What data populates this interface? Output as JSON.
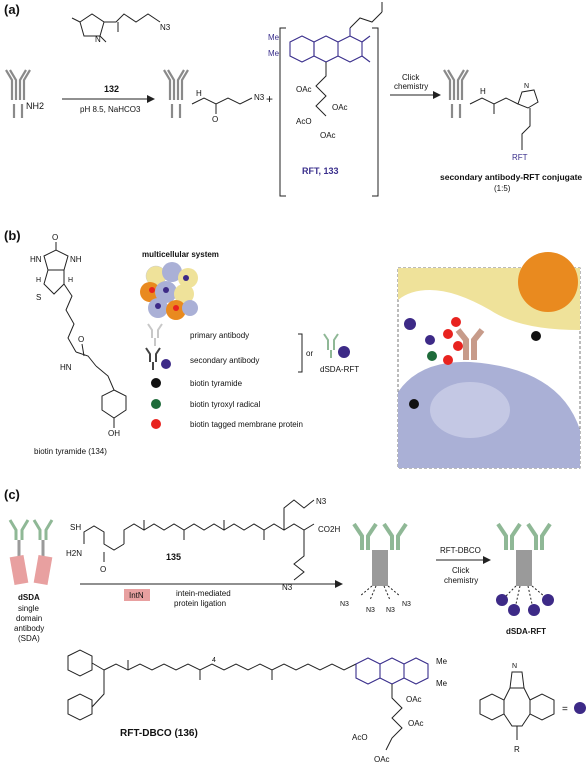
{
  "colors": {
    "chem_blue": "#3a2f8c",
    "antibody_grey": "#9a9a9a",
    "antibody_dark": "#444444",
    "antibody_green": "#8fb896",
    "legend_black": "#111111",
    "legend_green": "#1e6b3a",
    "legend_red": "#e8231f",
    "legend_purple": "#3d2a87",
    "cell_yellow": "#efe29a",
    "cell_blue": "#aab0d6",
    "cell_orange": "#e98a1f",
    "intn_pink": "#e8a0a0"
  },
  "panel_a": {
    "label": "(a)",
    "reagent": "132",
    "conditions": "pH 8.5, NaHCO3",
    "nh2": "NH2",
    "n3": "N3",
    "me1": "Me",
    "me2": "Me",
    "oac": [
      "OAc",
      "AcO",
      "OAc",
      "OAc"
    ],
    "rft_label": "RFT, 133",
    "arrow2_top": "Click",
    "arrow2_bottom": "chemistry",
    "rft": "RFT",
    "product": "secondary antibody-RFT conjugate",
    "ratio": "(1:5)",
    "plus": "+"
  },
  "panel_b": {
    "label": "(b)",
    "compound": "biotin tyramide (134)",
    "multicellular": "multicellular system",
    "legend": [
      "primary antibody",
      "secondary antibody",
      "biotin tyramide",
      "biotin tyroxyl radical",
      "biotin tagged membrane protein"
    ],
    "or": "or",
    "dsda_rft": "dSDA-RFT",
    "atoms": [
      "HN",
      "NH",
      "H",
      "H",
      "O",
      "S",
      "O",
      "HN",
      "OH"
    ]
  },
  "panel_c": {
    "label": "(c)",
    "dsda": "dSDA",
    "sda_lines": [
      "single",
      "domain",
      "antibody",
      "(SDA)"
    ],
    "compound_135": "135",
    "intn": "IntN",
    "ligation_1": "intein-mediated",
    "ligation_2": "protein ligation",
    "reagent": "RFT-DBCO",
    "click_1": "Click",
    "click_2": "chemistry",
    "product": "dSDA-RFT",
    "rft_dbco": "RFT-DBCO (136)",
    "equals": "=",
    "r": "R",
    "subscript_4": "4",
    "atoms": [
      "SH",
      "H2N",
      "O",
      "N3",
      "CO2H",
      "N3",
      "Me",
      "Me",
      "OAc",
      "OAc",
      "AcO",
      "OAc",
      "N"
    ]
  }
}
